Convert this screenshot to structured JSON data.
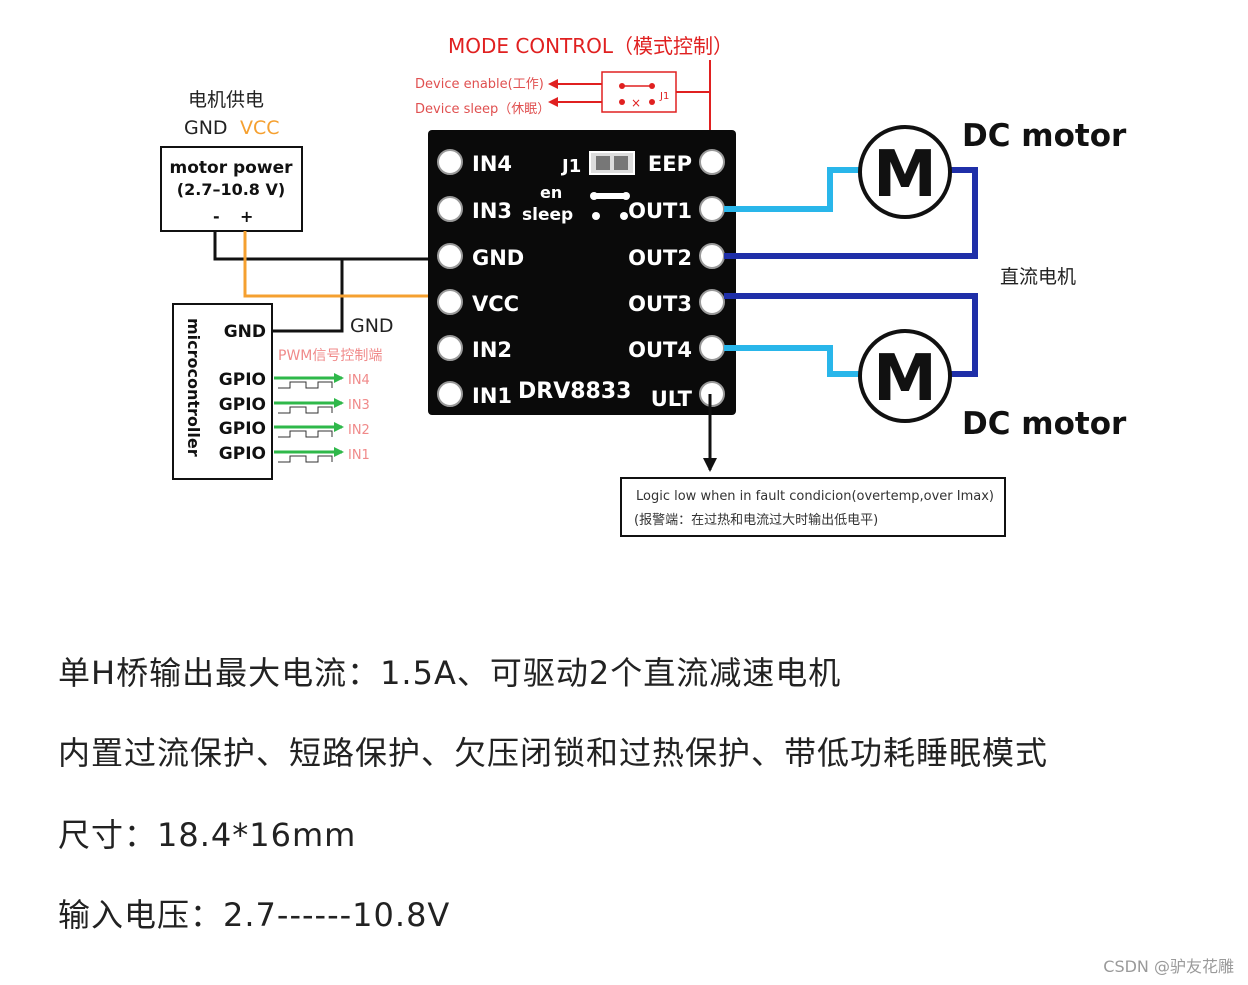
{
  "mode_control": {
    "title": "MODE CONTROL（模式控制）",
    "enable_label": "Device enable(工作)",
    "sleep_label": "Device sleep（休眠）",
    "jumper_label": "J1"
  },
  "power": {
    "header_cn": "电机供电",
    "header_gnd": "GND",
    "header_vcc": "VCC",
    "box_title": "motor power",
    "box_range": "(2.7–10.8 V)",
    "minus": "-",
    "plus": "+"
  },
  "board": {
    "left_pins": [
      "IN4",
      "IN3",
      "GND",
      "VCC",
      "IN2",
      "IN1"
    ],
    "right_pins": [
      "EEP",
      "OUT1",
      "OUT2",
      "OUT3",
      "OUT4",
      "ULT"
    ],
    "chip": "DRV8833",
    "jumper": "J1",
    "en": "en",
    "sleep": "sleep"
  },
  "microcontroller": {
    "title": "microcontroller",
    "gnd": "GND",
    "gpio": [
      "GPIO",
      "GPIO",
      "GPIO",
      "GPIO"
    ],
    "gnd_wire": "GND",
    "pwm_label": "PWM信号控制端",
    "inputs": [
      "IN4",
      "IN3",
      "IN2",
      "IN1"
    ]
  },
  "motors": {
    "top_label": "DC motor",
    "bottom_label": "DC motor",
    "symbol": "M",
    "cn_label": "直流电机"
  },
  "fault": {
    "line1": "Logic low when in fault condicion(overtemp,over Imax)",
    "line2": "(报警端：在过热和电流过大时输出低电平)"
  },
  "specs": [
    "单H桥输出最大电流：1.5A、可驱动2个直流减速电机",
    "内置过流保护、短路保护、欠压闭锁和过热保护、带低功耗睡眠模式",
    "尺寸：18.4*16mm",
    "输入电压：2.7------10.8V"
  ],
  "watermark": "CSDN @驴友花雕",
  "colors": {
    "red": "#e02020",
    "orange": "#f5a030",
    "black_wire": "#111111",
    "cyan": "#29b6ea",
    "navy": "#1f2fa8",
    "green": "#2fb84a",
    "board": "#0a0a0a",
    "pink": "#f08a8a"
  }
}
